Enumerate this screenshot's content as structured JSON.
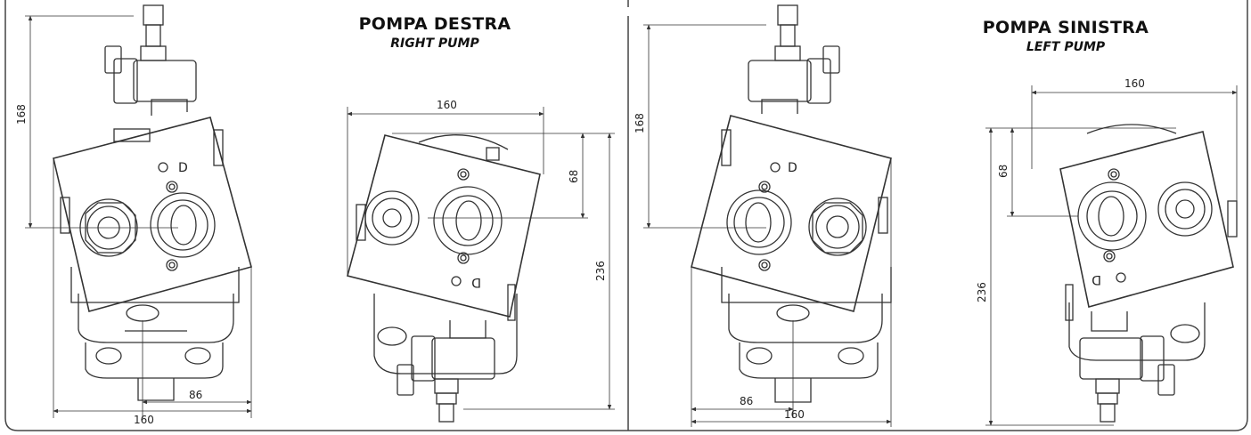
{
  "right_pump": {
    "title_it": "POMPA DESTRA",
    "title_en": "RIGHT PUMP",
    "side_view": {
      "dim_height": "168",
      "dim_offset": "86",
      "dim_width": "160"
    },
    "top_view": {
      "dim_width": "160",
      "dim_offset": "68",
      "dim_height": "236",
      "port_label": "D"
    },
    "side_port_label": "D"
  },
  "left_pump": {
    "title_it": "POMPA SINISTRA",
    "title_en": "LEFT PUMP",
    "side_view": {
      "dim_height": "168",
      "dim_offset": "86",
      "dim_width": "160"
    },
    "top_view": {
      "dim_width": "160",
      "dim_offset": "68",
      "dim_height": "236",
      "port_label": "D"
    },
    "side_port_label": "D"
  },
  "colors": {
    "line": "#333333",
    "frame": "#444444"
  }
}
